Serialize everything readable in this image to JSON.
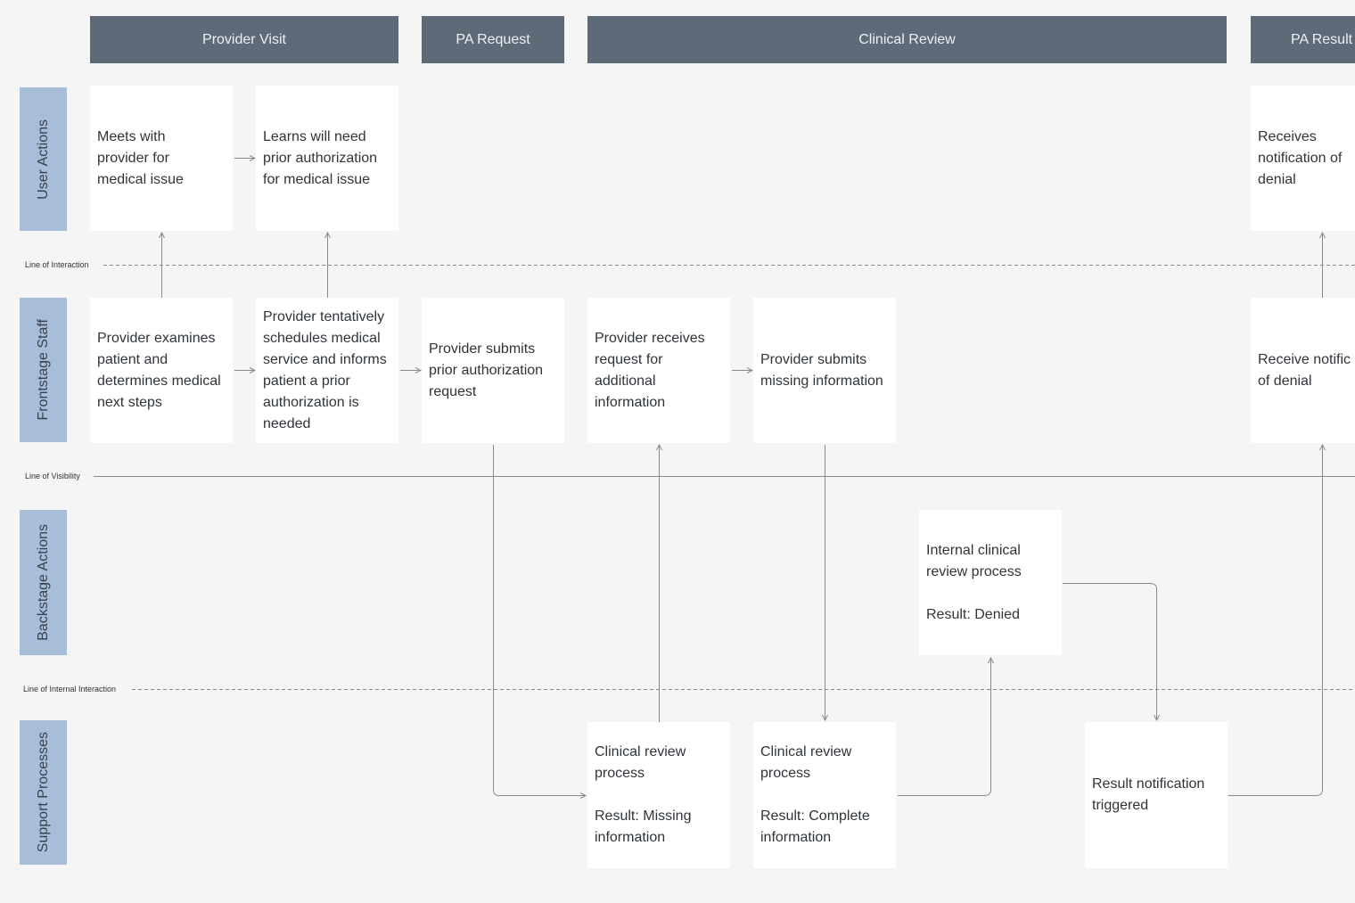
{
  "phases": [
    {
      "label": "Provider Visit"
    },
    {
      "label": "PA Request"
    },
    {
      "label": "Clinical Review"
    },
    {
      "label": "PA Result"
    }
  ],
  "lanes": [
    {
      "label": "User Actions"
    },
    {
      "label": "Frontstage Staff"
    },
    {
      "label": "Backstage Actions"
    },
    {
      "label": "Support Processes"
    }
  ],
  "divider_lines": {
    "interaction": "Line of Interaction",
    "visibility": "Line of Visibility",
    "internal_interaction": "Line of Internal Interaction"
  },
  "cards": {
    "user_actions": [
      {
        "paragraphs": [
          [
            "Meets with",
            "provider for",
            "medical issue"
          ]
        ]
      },
      {
        "paragraphs": [
          [
            "Learns will need",
            "prior authorization",
            "for medical issue"
          ]
        ]
      },
      {
        "paragraphs": [
          [
            "Receives",
            "notification of",
            "denial"
          ]
        ]
      }
    ],
    "frontstage_staff": [
      {
        "paragraphs": [
          [
            "Provider examines",
            "patient and",
            "determines medical",
            "next steps"
          ]
        ]
      },
      {
        "paragraphs": [
          [
            "Provider tentatively",
            "schedules medical",
            "service and informs",
            "patient a prior",
            "authorization is",
            "needed"
          ]
        ]
      },
      {
        "paragraphs": [
          [
            "Provider submits",
            "prior authorization",
            "request"
          ]
        ]
      },
      {
        "paragraphs": [
          [
            "Provider receives",
            "request for",
            "additional",
            "information"
          ]
        ]
      },
      {
        "paragraphs": [
          [
            "Provider submits",
            "missing information"
          ]
        ]
      },
      {
        "paragraphs": [
          [
            "Receive notific",
            "of denial"
          ]
        ]
      }
    ],
    "backstage_actions": [
      {
        "paragraphs": [
          [
            "Internal clinical",
            "review process"
          ],
          [
            "Result: Denied"
          ]
        ]
      }
    ],
    "support_processes": [
      {
        "paragraphs": [
          [
            "Clinical review",
            "process"
          ],
          [
            "Result: Missing",
            "information"
          ]
        ]
      },
      {
        "paragraphs": [
          [
            "Clinical review",
            "process"
          ],
          [
            "Result: Complete",
            "information"
          ]
        ]
      },
      {
        "paragraphs": [
          [
            "Result notification",
            "triggered"
          ]
        ]
      }
    ]
  },
  "colors": {
    "background": "#f5f5f5",
    "phase_bar": "#5e6a78",
    "phase_text": "#eef1f4",
    "lane_label": "#a8bdd7",
    "lane_text": "#38424f",
    "card": "#ffffff",
    "card_text": "#2f3439",
    "connector": "#8a8a8a"
  }
}
